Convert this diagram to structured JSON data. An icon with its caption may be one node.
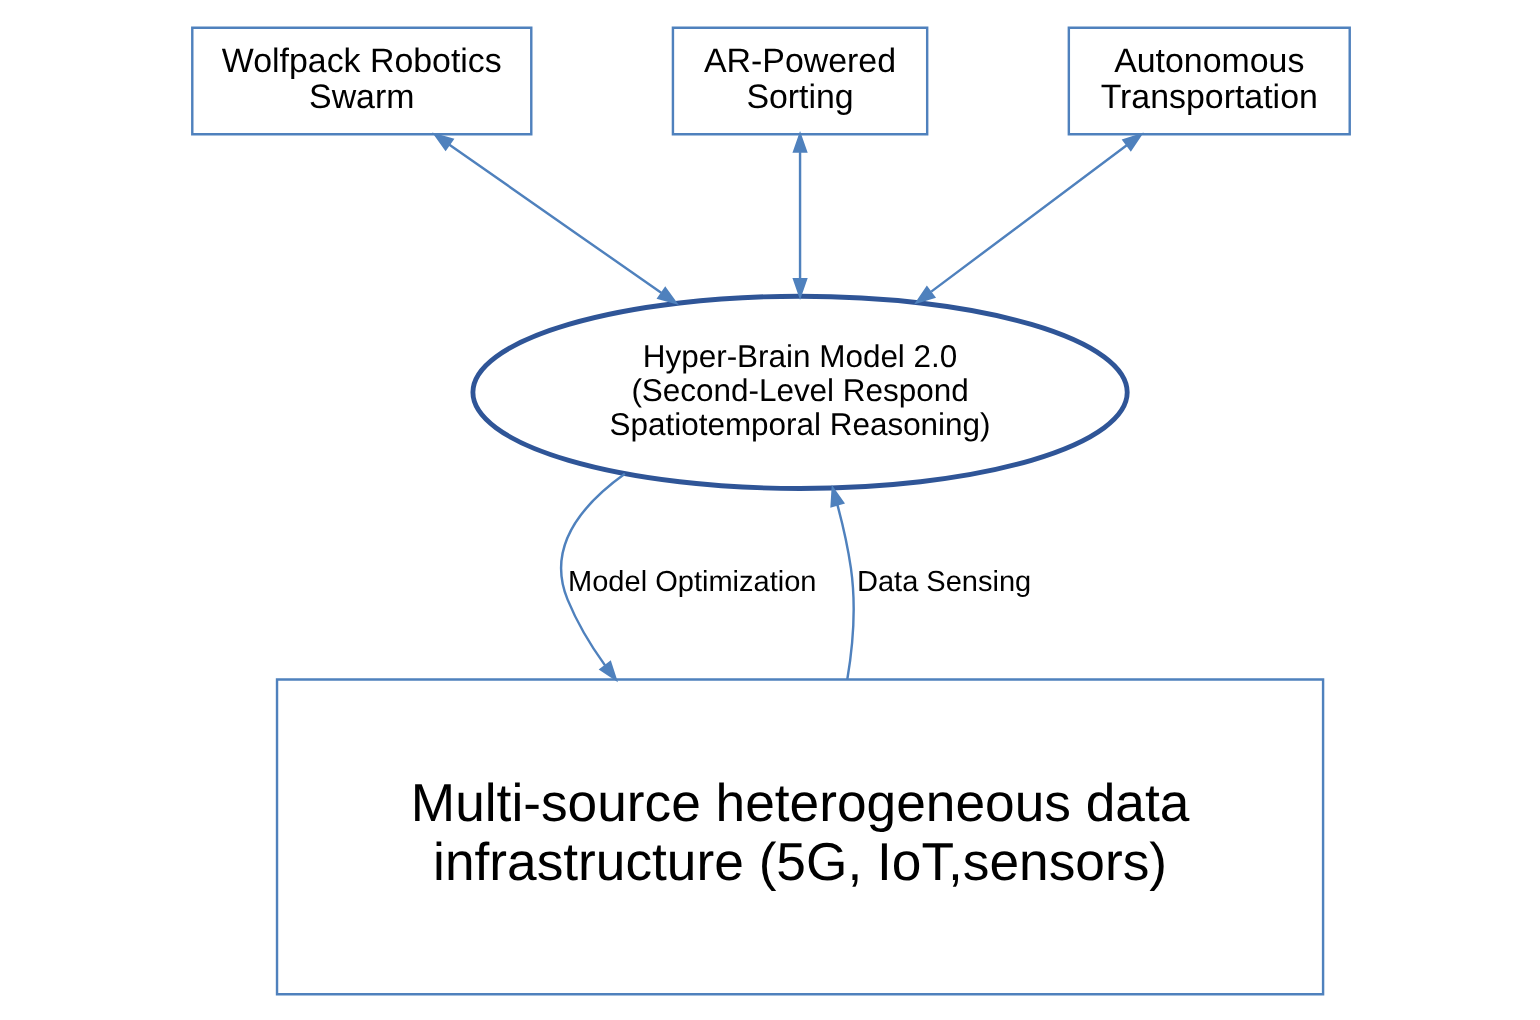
{
  "diagram": {
    "nodes": [
      {
        "text": [
          "Wolfpack Robotics Swarm"
        ]
      },
      {
        "text": [
          "AR-Powered Sorting"
        ]
      },
      {
        "text": [
          "Autonomous Transportation"
        ]
      },
      {
        "text": [
          "Hyper-Brain Model 2.0 (Second-Level Respond Spatiotemporal Reasoning)"
        ]
      },
      {
        "text": [
          "Multi-source heterogeneous data infrastructure (5G, IoT,sensors)"
        ]
      }
    ],
    "edges": [
      {
        "from": 0,
        "to": 3,
        "arrow": "both"
      },
      {
        "from": 1,
        "to": 3,
        "arrow": "both"
      },
      {
        "from": 2,
        "to": 3,
        "arrow": "both"
      },
      {
        "from": 4,
        "to": 3,
        "arrow": "to",
        "label": "Data Sensing"
      },
      {
        "from": 3,
        "to": 4,
        "arrow": "to",
        "label": "Model Optimization"
      }
    ]
  }
}
